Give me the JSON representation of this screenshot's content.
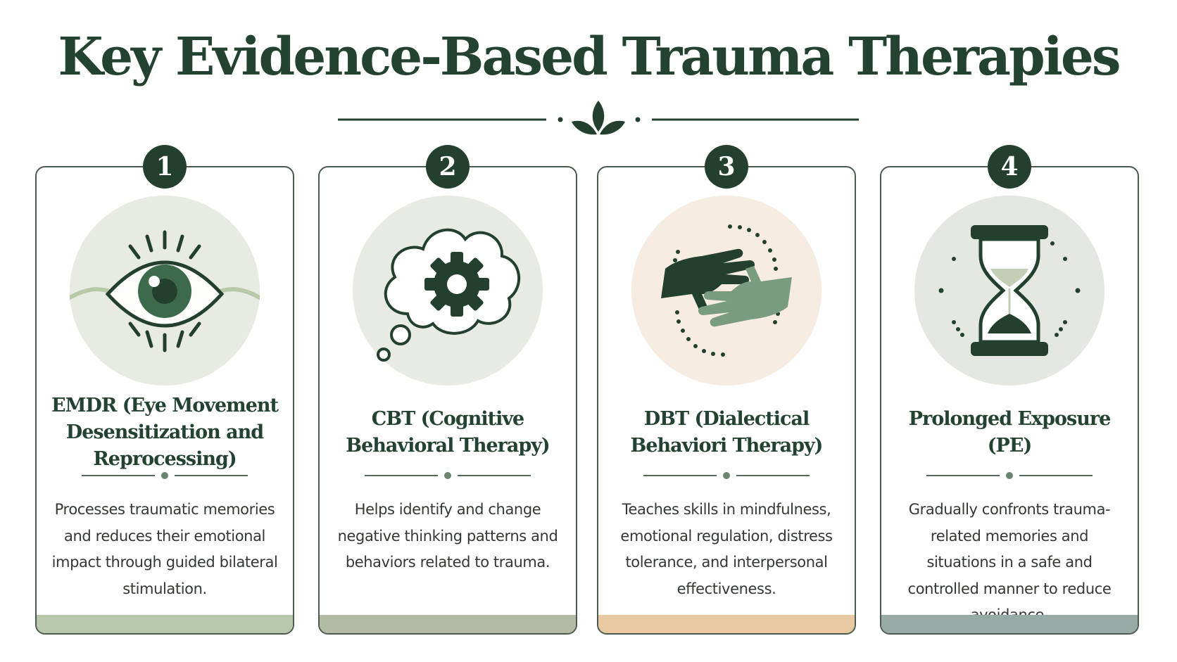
{
  "title": "Key Evidence-Based Trauma Therapies",
  "colors": {
    "dark_green": "#23402f",
    "border": "#4b5a4f"
  },
  "cards": [
    {
      "number": "1",
      "icon": "eye-icon",
      "title": "EMDR (Eye Movement Desensitization and Reprocessing)",
      "description": "Processes traumatic memories and reduces their emotional impact through guided bilateral stimulation.",
      "circle_color": "#e7ebe2",
      "stripe_color": "#b9c8ab"
    },
    {
      "number": "2",
      "icon": "thought-gear-icon",
      "title": "CBT (Cognitive Behavioral Therapy)",
      "description": "Helps identify and change negative thinking patterns and behaviors related to trauma.",
      "circle_color": "#e8eae4",
      "stripe_color": "#b4bba4"
    },
    {
      "number": "3",
      "icon": "hands-icon",
      "title": "DBT (Dialectical Behaviori Therapy)",
      "description": "Teaches skills in mindfulness, emotional regulation, distress tolerance, and interpersonal effectiveness.",
      "circle_color": "#f6ece1",
      "stripe_color": "#e9c9a2"
    },
    {
      "number": "4",
      "icon": "hourglass-icon",
      "title": "Prolonged Exposure (PE)",
      "description": "Gradually confronts trauma-related memories and situations in a safe and controlled manner to reduce avoidance.",
      "circle_color": "#e5e7e3",
      "stripe_color": "#98aaa5"
    }
  ]
}
